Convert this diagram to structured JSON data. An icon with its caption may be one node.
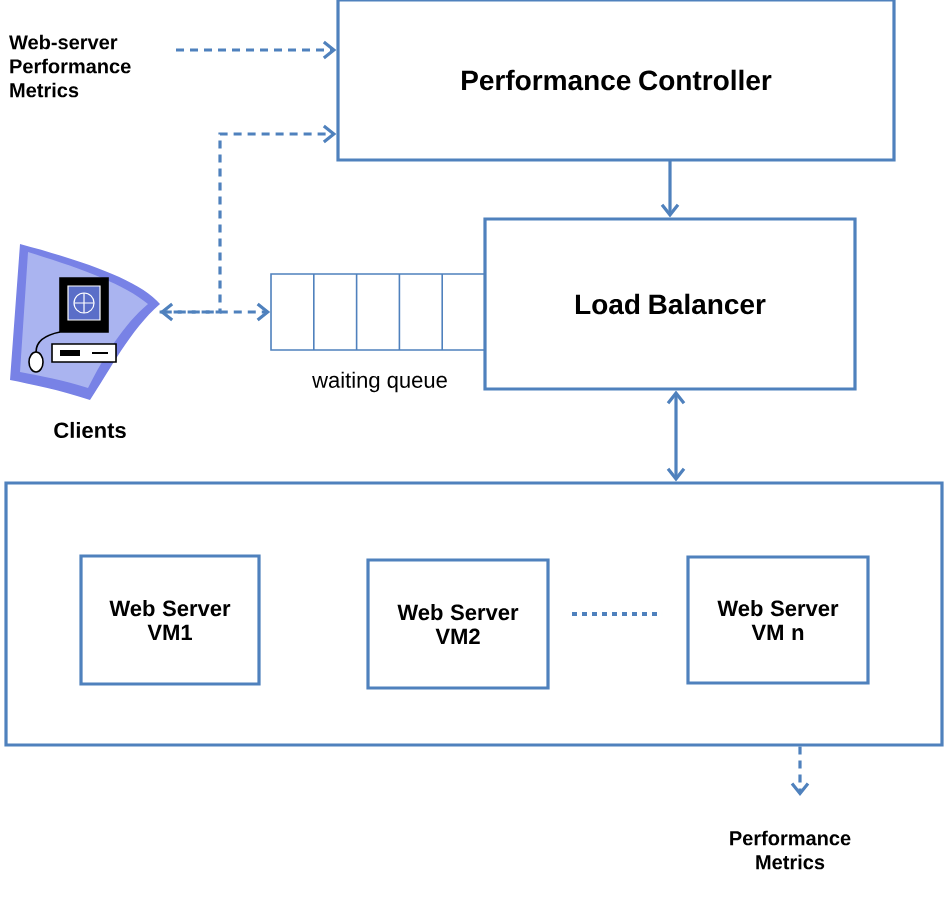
{
  "diagram": {
    "nodes": [
      {
        "text": [
          "Web-server Performance Metrics"
        ]
      },
      {
        "text": [
          "Performance Controller"
        ]
      },
      {
        "text": [
          "Load Balancer"
        ]
      },
      {
        "text": [],
        "shape": "box",
        "beside": [
          "waiting queue"
        ]
      },
      {
        "text": [],
        "shape": "picture",
        "beside": [
          "Clients"
        ]
      },
      {
        "text": [],
        "shape": "box"
      },
      {
        "text": [
          "Web Server VM1"
        ],
        "in": 5
      },
      {
        "text": [
          "Web Server VM2"
        ],
        "in": 5
      },
      {
        "text": [
          "Web Server VM n"
        ],
        "in": 5
      },
      {
        "text": [
          "Performance Metrics"
        ]
      }
    ],
    "edges": [
      {
        "from": 0,
        "to": 1,
        "arrow": "to",
        "style": "dashed"
      },
      {
        "from": 4,
        "to": 1,
        "arrow": "to",
        "style": "dashed"
      },
      {
        "from": 4,
        "to": 3,
        "arrow": "both",
        "style": "dashed"
      },
      {
        "from": 1,
        "to": 2,
        "arrow": "to"
      },
      {
        "from": 2,
        "to": 5,
        "arrow": "both"
      },
      {
        "from": 5,
        "to": 9,
        "arrow": "to",
        "style": "dashed"
      }
    ]
  }
}
